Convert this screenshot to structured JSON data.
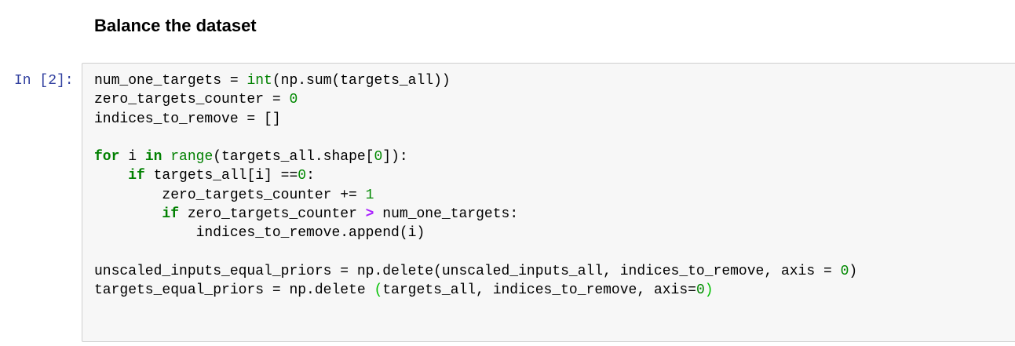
{
  "heading": "Balance the dataset",
  "cell": {
    "prompt": "In [2]:",
    "lines": [
      [
        [
          "t",
          "num_one_targets = "
        ],
        [
          "bi",
          "int"
        ],
        [
          "t",
          "(np.sum(targets_all))"
        ]
      ],
      [
        [
          "t",
          "zero_targets_counter = "
        ],
        [
          "num",
          "0"
        ]
      ],
      [
        [
          "t",
          "indices_to_remove = []"
        ]
      ],
      [],
      [
        [
          "kw",
          "for"
        ],
        [
          "t",
          " i "
        ],
        [
          "kw",
          "in"
        ],
        [
          "t",
          " "
        ],
        [
          "bi",
          "range"
        ],
        [
          "t",
          "(targets_all.shape["
        ],
        [
          "num",
          "0"
        ],
        [
          "t",
          "]):"
        ]
      ],
      [
        [
          "t",
          "    "
        ],
        [
          "kw",
          "if"
        ],
        [
          "t",
          " targets_all[i] =="
        ],
        [
          "num",
          "0"
        ],
        [
          "t",
          ":"
        ]
      ],
      [
        [
          "t",
          "        zero_targets_counter += "
        ],
        [
          "num",
          "1"
        ]
      ],
      [
        [
          "t",
          "        "
        ],
        [
          "kw",
          "if"
        ],
        [
          "t",
          " zero_targets_counter "
        ],
        [
          "op",
          ">"
        ],
        [
          "t",
          " num_one_targets:"
        ]
      ],
      [
        [
          "t",
          "            indices_to_remove.append(i)"
        ]
      ],
      [],
      [
        [
          "t",
          "unscaled_inputs_equal_priors = np.delete(unscaled_inputs_all, indices_to_remove, axis = "
        ],
        [
          "num",
          "0"
        ],
        [
          "t",
          ")"
        ]
      ],
      [
        [
          "t",
          "targets_equal_priors = np.delete "
        ],
        [
          "br",
          "("
        ],
        [
          "t",
          "targets_all, indices_to_remove, axis="
        ],
        [
          "num",
          "0"
        ],
        [
          "br",
          ")"
        ]
      ]
    ]
  }
}
